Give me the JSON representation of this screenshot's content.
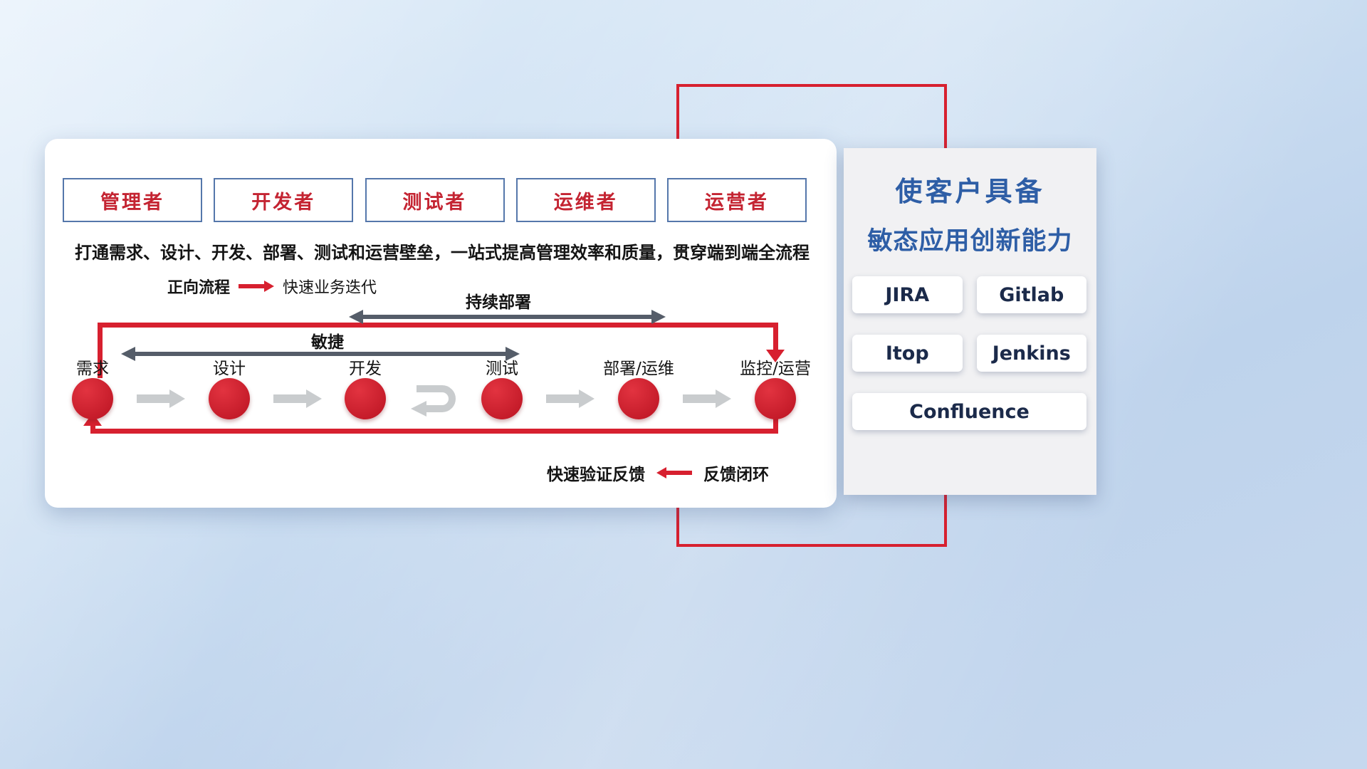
{
  "roles": [
    "管理者",
    "开发者",
    "测试者",
    "运维者",
    "运营者"
  ],
  "subtitle": "打通需求、设计、开发、部署、测试和运营壁垒，一站式提高管理效率和质量，贯穿端到端全流程",
  "forward_legend": {
    "label": "正向流程",
    "desc": "快速业务迭代"
  },
  "span_arrows": {
    "continuous_deployment": "持续部署",
    "agile": "敏捷"
  },
  "stages": [
    "需求",
    "设计",
    "开发",
    "测试",
    "部署/运维",
    "监控/运营"
  ],
  "feedback_legend": {
    "desc": "快速验证反馈",
    "label": "反馈闭环"
  },
  "right_panel": {
    "title_line1": "使客户具备",
    "title_line2": "敏态应用创新能力",
    "tools": [
      "JIRA",
      "Gitlab",
      "Itop",
      "Jenkins",
      "Confluence"
    ]
  },
  "colors": {
    "red": "#d7202f",
    "blue_title": "#2e5ea6",
    "dark_arrow": "#555d69",
    "light_arrow": "#c9ccce",
    "role_border": "#5577ab"
  }
}
